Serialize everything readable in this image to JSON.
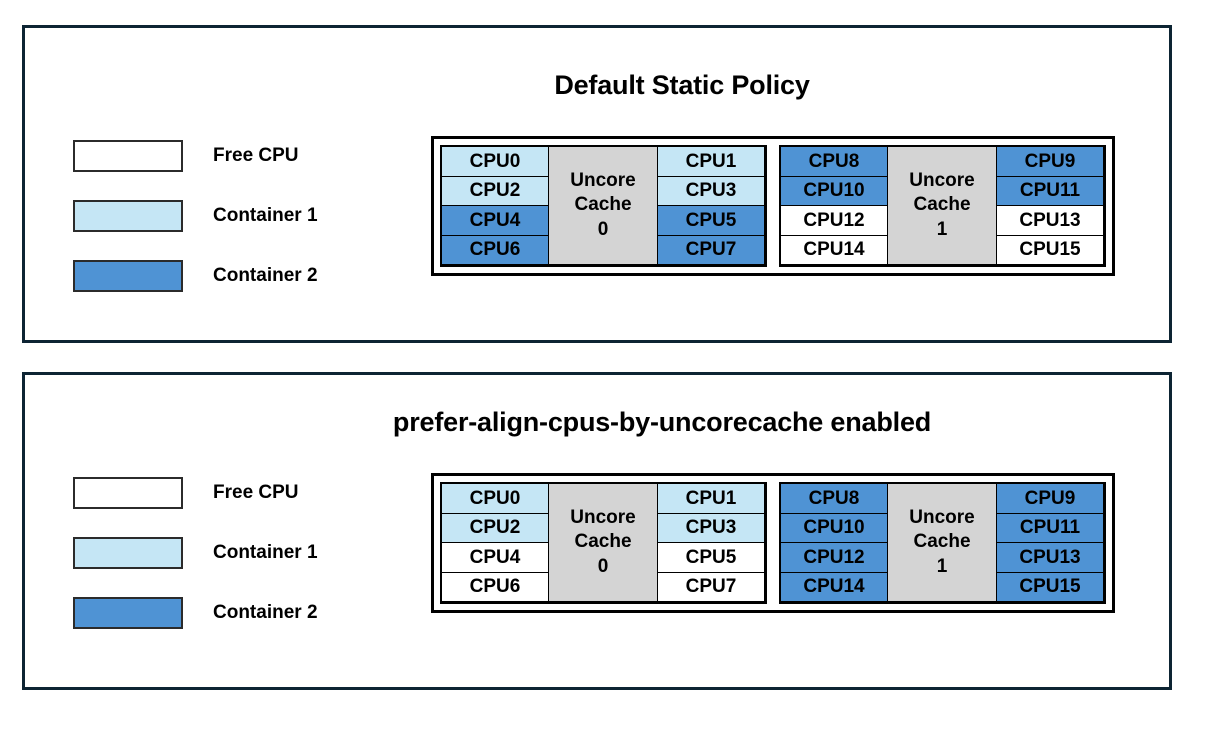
{
  "colors": {
    "free": "#ffffff",
    "container1": "#c5e6f5",
    "container2": "#4f93d4",
    "uncore": "#d4d4d4",
    "panel_border": "#0d2433",
    "cell_border": "#000000",
    "text": "#000000"
  },
  "panels": [
    {
      "title": "Default Static Policy",
      "legend": [
        {
          "label": "Free CPU",
          "state": "free"
        },
        {
          "label": "Container 1",
          "state": "container1"
        },
        {
          "label": "Container 2",
          "state": "container2"
        }
      ],
      "uncore_groups": [
        {
          "cache_label_lines": [
            "Uncore",
            "Cache",
            "0"
          ],
          "left_column": [
            {
              "label": "CPU0",
              "state": "container1"
            },
            {
              "label": "CPU2",
              "state": "container1"
            },
            {
              "label": "CPU4",
              "state": "container2"
            },
            {
              "label": "CPU6",
              "state": "container2"
            }
          ],
          "right_column": [
            {
              "label": "CPU1",
              "state": "container1"
            },
            {
              "label": "CPU3",
              "state": "container1"
            },
            {
              "label": "CPU5",
              "state": "container2"
            },
            {
              "label": "CPU7",
              "state": "container2"
            }
          ]
        },
        {
          "cache_label_lines": [
            "Uncore",
            "Cache",
            "1"
          ],
          "left_column": [
            {
              "label": "CPU8",
              "state": "container2"
            },
            {
              "label": "CPU10",
              "state": "container2"
            },
            {
              "label": "CPU12",
              "state": "free"
            },
            {
              "label": "CPU14",
              "state": "free"
            }
          ],
          "right_column": [
            {
              "label": "CPU9",
              "state": "container2"
            },
            {
              "label": "CPU11",
              "state": "container2"
            },
            {
              "label": "CPU13",
              "state": "free"
            },
            {
              "label": "CPU15",
              "state": "free"
            }
          ]
        }
      ]
    },
    {
      "title": "prefer-align-cpus-by-uncorecache enabled",
      "legend": [
        {
          "label": "Free CPU",
          "state": "free"
        },
        {
          "label": "Container 1",
          "state": "container1"
        },
        {
          "label": "Container 2",
          "state": "container2"
        }
      ],
      "uncore_groups": [
        {
          "cache_label_lines": [
            "Uncore",
            "Cache",
            "0"
          ],
          "left_column": [
            {
              "label": "CPU0",
              "state": "container1"
            },
            {
              "label": "CPU2",
              "state": "container1"
            },
            {
              "label": "CPU4",
              "state": "free"
            },
            {
              "label": "CPU6",
              "state": "free"
            }
          ],
          "right_column": [
            {
              "label": "CPU1",
              "state": "container1"
            },
            {
              "label": "CPU3",
              "state": "container1"
            },
            {
              "label": "CPU5",
              "state": "free"
            },
            {
              "label": "CPU7",
              "state": "free"
            }
          ]
        },
        {
          "cache_label_lines": [
            "Uncore",
            "Cache",
            "1"
          ],
          "left_column": [
            {
              "label": "CPU8",
              "state": "container2"
            },
            {
              "label": "CPU10",
              "state": "container2"
            },
            {
              "label": "CPU12",
              "state": "container2"
            },
            {
              "label": "CPU14",
              "state": "container2"
            }
          ],
          "right_column": [
            {
              "label": "CPU9",
              "state": "container2"
            },
            {
              "label": "CPU11",
              "state": "container2"
            },
            {
              "label": "CPU13",
              "state": "container2"
            },
            {
              "label": "CPU15",
              "state": "container2"
            }
          ]
        }
      ]
    }
  ]
}
